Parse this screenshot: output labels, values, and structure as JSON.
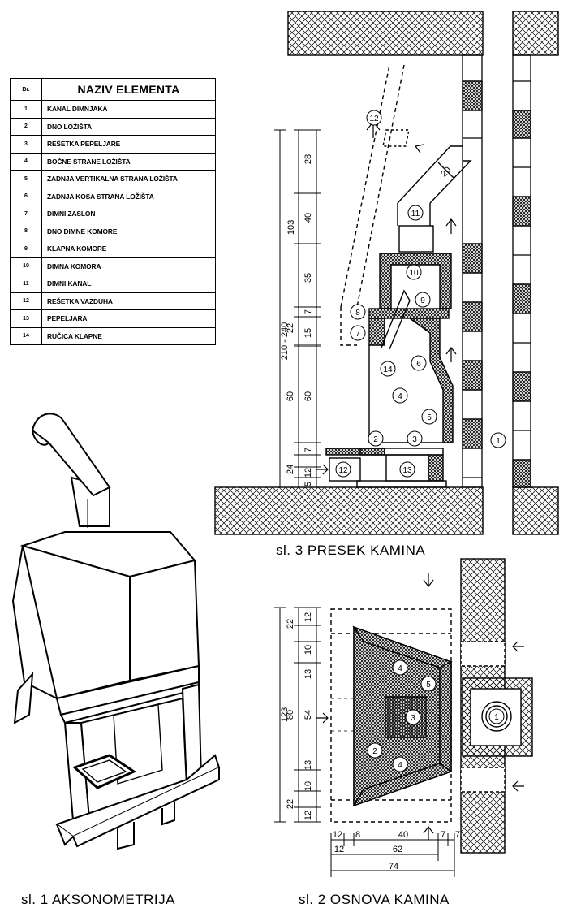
{
  "legend": {
    "header_no": "Br.",
    "header_name": "NAZIV ELEMENTA",
    "rows": [
      {
        "no": "1",
        "name": "KANAL DIMNJAKA"
      },
      {
        "no": "2",
        "name": "DNO LOŽIŠTA"
      },
      {
        "no": "3",
        "name": "REŠETKA PEPELJARE"
      },
      {
        "no": "4",
        "name": "BOČNE STRANE LOŽIŠTA"
      },
      {
        "no": "5",
        "name": "ZADNJA VERTIKALNA STRANA LOŽIŠTA"
      },
      {
        "no": "6",
        "name": "ZADNJA KOSA STRANA LOŽIŠTA"
      },
      {
        "no": "7",
        "name": "DIMNI ZASLON"
      },
      {
        "no": "8",
        "name": "DNO DIMNE KOMORE"
      },
      {
        "no": "9",
        "name": "KLAPNA KOMORE"
      },
      {
        "no": "10",
        "name": "DIMNA KOMORA"
      },
      {
        "no": "11",
        "name": "DIMNI KANAL"
      },
      {
        "no": "12",
        "name": "REŠETKA VAZDUHA"
      },
      {
        "no": "13",
        "name": "PEPELJARA"
      },
      {
        "no": "14",
        "name": "RUČICA KLAPNE"
      }
    ]
  },
  "captions": {
    "fig1": "sl.  1    AKSONOMETRIJA",
    "fig2": "sl. 2  OSNOVA KAMINA",
    "fig3": "sl. 3  PRESEK KAMINA"
  },
  "section_dims": {
    "overall": "210 - 240",
    "total_top": "103",
    "d28": "28",
    "d40": "40",
    "d35": "35",
    "d7a": "7",
    "d22": "22",
    "d15": "15",
    "d7b": "7",
    "d60a": "60",
    "d60b": "60",
    "d7c": "7",
    "d24": "24",
    "d12": "12",
    "d5": "5",
    "d20": "20"
  },
  "plan_dims": {
    "total": "123",
    "d22a": "22",
    "d10a": "10",
    "d12a": "12",
    "d13a": "13",
    "d80": "80",
    "d54": "54",
    "d13b": "13",
    "d22b": "22",
    "d10b": "10",
    "d12b": "12",
    "b12a": "12",
    "b8": "8",
    "b40": "40",
    "b7a": "7",
    "b7b": "7",
    "b12b": "12",
    "b62": "62",
    "b74": "74"
  },
  "labels": {
    "n1": "1",
    "n2": "2",
    "n3": "3",
    "n4": "4",
    "n5": "5",
    "n6": "6",
    "n7": "7",
    "n8": "8",
    "n9": "9",
    "n10": "10",
    "n11": "11",
    "n12": "12",
    "n13": "13",
    "n14": "14"
  }
}
